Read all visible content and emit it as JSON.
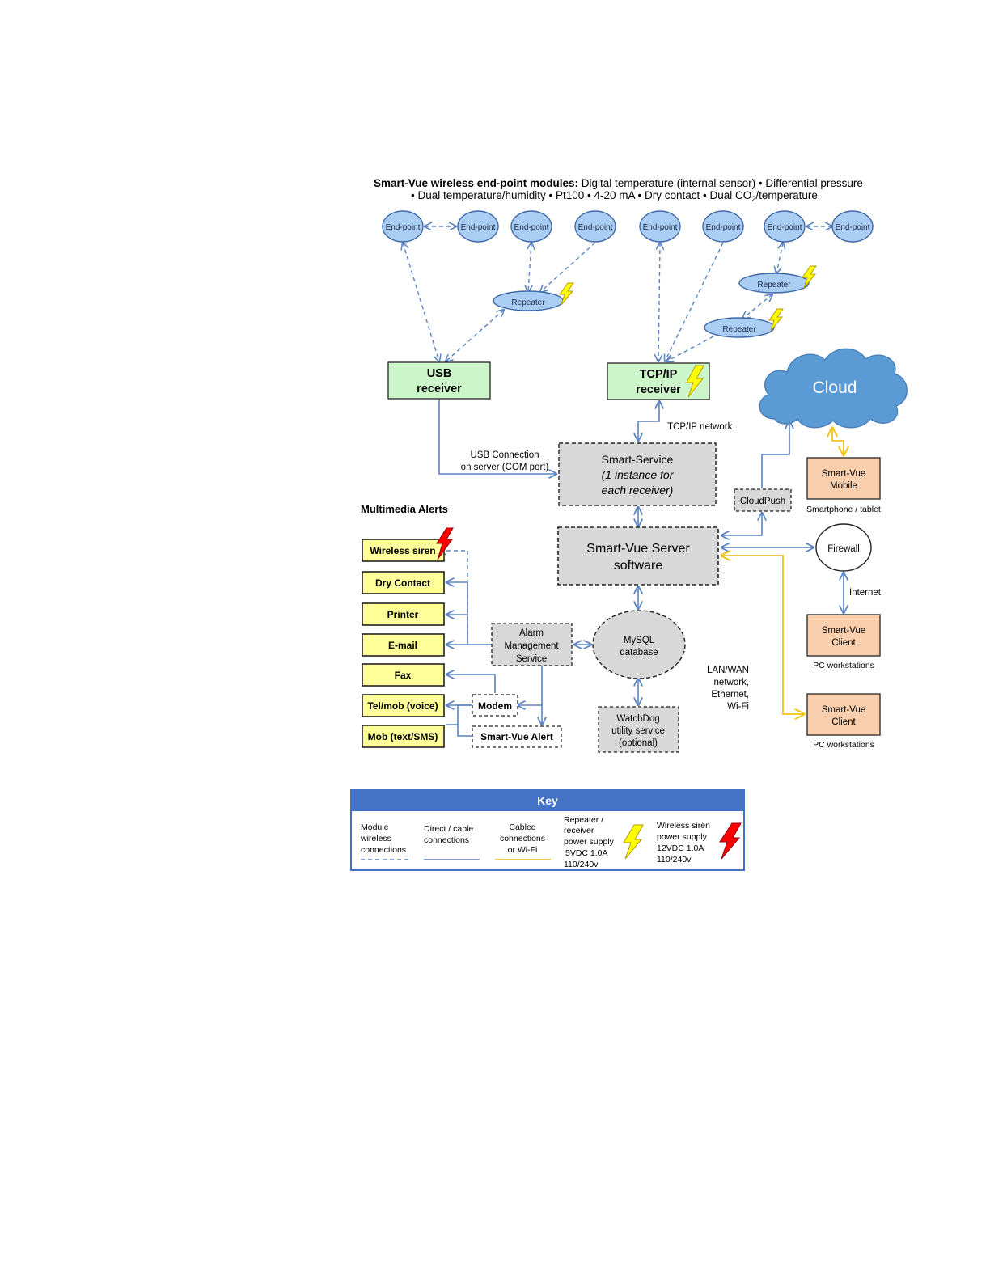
{
  "header": {
    "bold": "Smart-Vue wireless end-point modules:",
    "line1_rest": " Digital temperature (internal sensor) • Differential pressure",
    "line2_pre": "• Dual temperature/humidity • Pt100 •  4-20 mA •  Dry contact • Dual CO",
    "line2_sub": "2",
    "line2_post": "/temperature"
  },
  "endpoint_label": "End-point",
  "repeater_label": "Repeater",
  "usb_receiver": {
    "line1": "USB",
    "line2": "receiver"
  },
  "tcp_receiver": {
    "line1": "TCP/IP",
    "line2": "receiver"
  },
  "tcp_network_label": "TCP/IP network",
  "usb_connection": {
    "line1": "USB Connection",
    "line2": "on server (COM port)"
  },
  "smart_service": {
    "line1": "Smart-Service",
    "line2": "(1 instance for",
    "line3": "each receiver)"
  },
  "cloud_label": "Cloud",
  "cloudpush_label": "CloudPush",
  "mobile": {
    "line1": "Smart-Vue",
    "line2": "Mobile",
    "caption": "Smartphone / tablet"
  },
  "server": {
    "line1": "Smart-Vue Server",
    "line2": "software"
  },
  "firewall_label": "Firewall",
  "internet_label": "Internet",
  "client1": {
    "line1": "Smart-Vue",
    "line2": "Client",
    "caption": "PC workstations"
  },
  "client2": {
    "line1": "Smart-Vue",
    "line2": "Client",
    "caption": "PC workstations"
  },
  "lan_label": [
    "LAN/WAN",
    "network,",
    "Ethernet,",
    "Wi-Fi"
  ],
  "multimedia_title": "Multimedia Alerts",
  "alerts": [
    "Wireless siren",
    "Dry Contact",
    "Printer",
    "E-mail",
    "Fax",
    "Tel/mob (voice)",
    "Mob (text/SMS)"
  ],
  "alarm_service": {
    "line1": "Alarm",
    "line2": "Management",
    "line3": "Service"
  },
  "mysql": {
    "line1": "MySQL",
    "line2": "database"
  },
  "watchdog": {
    "line1": "WatchDog",
    "line2": "utility service",
    "line3": "(optional)"
  },
  "modem_label": "Modem",
  "alert_box_label": "Smart-Vue Alert",
  "key": {
    "title": "Key",
    "wireless": [
      "Module",
      "wireless",
      "connections"
    ],
    "direct": [
      "Direct / cable",
      "connections"
    ],
    "cabled": [
      "Cabled",
      "connections",
      "or Wi-Fi"
    ],
    "repeater_power": [
      "Repeater /",
      "receiver",
      "power supply",
      "5VDC 1.0A",
      "110/240v"
    ],
    "siren_power": [
      "Wireless siren",
      "power supply",
      "12VDC 1.0A",
      "110/240v"
    ]
  },
  "colors": {
    "endpoint_fill": "#a9cdf3",
    "endpoint_stroke": "#3f68a8",
    "receiver_fill": "#ccf5c9",
    "service_fill": "#d8d8d8",
    "alert_fill": "#ffff99",
    "client_fill": "#f9cfae",
    "cloud_fill": "#5b9bd5",
    "line_blue": "#5b84c2",
    "line_yellow": "#f2c318",
    "key_header": "#4472c4",
    "bolt_yellow": "#ffff00",
    "bolt_red": "#ff0000"
  }
}
